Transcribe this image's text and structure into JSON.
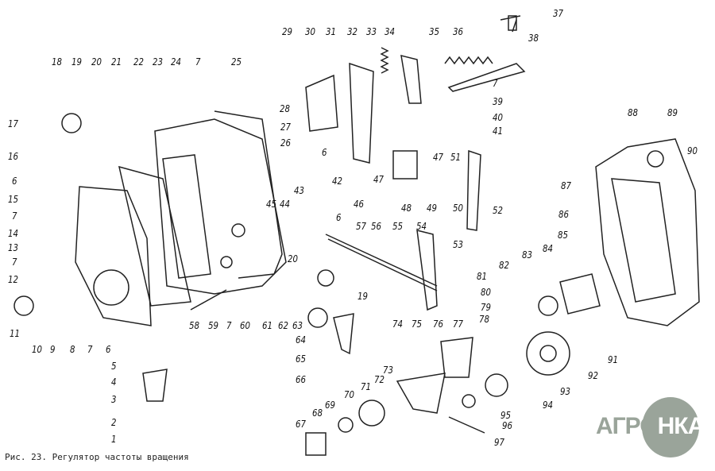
{
  "figure": {
    "caption": "Рис. 23. Регулятор частоты вращения",
    "watermark": "АГРОНКА",
    "labels": [
      "1",
      "2",
      "3",
      "4",
      "5",
      "6",
      "7",
      "8",
      "9",
      "10",
      "11",
      "12",
      "7",
      "13",
      "14",
      "7",
      "15",
      "6",
      "16",
      "17",
      "18",
      "19",
      "20",
      "21",
      "22",
      "23",
      "24",
      "7",
      "25",
      "29",
      "30",
      "31",
      "32",
      "33",
      "34",
      "35",
      "36",
      "37",
      "38",
      "7",
      "39",
      "40",
      "41",
      "28",
      "27",
      "26",
      "6",
      "42",
      "43",
      "44",
      "45",
      "46",
      "6",
      "47",
      "48",
      "49",
      "50",
      "51",
      "47",
      "52",
      "57",
      "56",
      "55",
      "54",
      "53",
      "20",
      "19",
      "80",
      "79",
      "58",
      "59",
      "7",
      "60",
      "61",
      "62",
      "63",
      "64",
      "65",
      "66",
      "74",
      "75",
      "76",
      "77",
      "78",
      "81",
      "82",
      "83",
      "84",
      "85",
      "86",
      "87",
      "88",
      "89",
      "90",
      "91",
      "92",
      "93",
      "94",
      "95",
      "96",
      "97",
      "73",
      "72",
      "71",
      "70",
      "69",
      "68",
      "67"
    ]
  }
}
